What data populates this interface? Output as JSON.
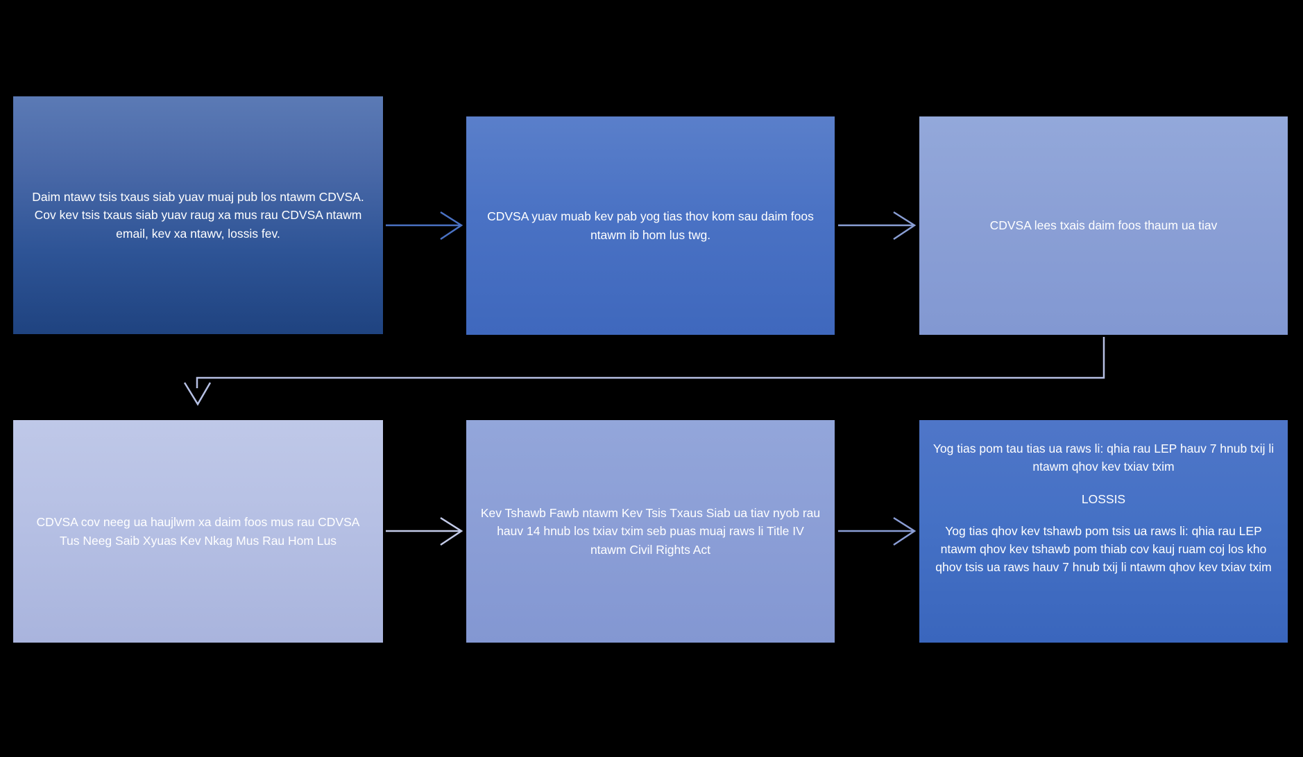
{
  "background_color": "#000000",
  "diagram": {
    "type": "process-flowchart",
    "nodes": [
      {
        "id": "n1",
        "order": 1,
        "fill": "#2e5496",
        "text": "Daim ntawv tsis txaus siab yuav muaj pub los ntawm CDVSA. Cov kev tsis txaus siab yuav raug xa mus rau CDVSA ntawm email, kev xa ntawv, lossis fev."
      },
      {
        "id": "n2",
        "order": 2,
        "fill": "#4a72c4",
        "text": "CDVSA yuav muab kev pab yog tias thov kom sau daim foos ntawm ib hom lus twg."
      },
      {
        "id": "n3",
        "order": 3,
        "fill": "#8a9fd5",
        "text": "CDVSA lees txais daim foos thaum ua tiav"
      },
      {
        "id": "n4",
        "order": 4,
        "fill": "#b6c0e4",
        "text": "CDVSA cov neeg ua haujlwm xa daim foos mus rau CDVSA Tus Neeg Saib Xyuas Kev Nkag Mus Rau Hom Lus"
      },
      {
        "id": "n5",
        "order": 5,
        "fill": "#8b9ed6",
        "text": "Kev Tshawb Fawb ntawm Kev Tsis Txaus Siab ua tiav nyob rau hauv 14 hnub los txiav txim seb puas muaj raws li Title IV ntawm Civil Rights Act"
      },
      {
        "id": "n6",
        "order": 6,
        "fill": "#4571c5",
        "text_part1": "Yog tias pom tau tias ua raws li: qhia rau LEP hauv 7 hnub txij li ntawm qhov kev txiav txim",
        "text_divider": "LOSSIS",
        "text_part2": "Yog tias qhov kev tshawb pom tsis ua raws li: qhia rau LEP  ntawm qhov kev tshawb pom thiab cov kauj ruam coj los kho qhov tsis ua raws hauv 7 hnub txij li ntawm qhov kev txiav txim"
      }
    ],
    "connectors": [
      {
        "id": "c1",
        "from": "n1",
        "to": "n2",
        "direction": "right",
        "color": "#4a72c4"
      },
      {
        "id": "c2",
        "from": "n2",
        "to": "n3",
        "direction": "right",
        "color": "#8a9fd5"
      },
      {
        "id": "c3",
        "from": "n3",
        "to": "n4",
        "direction": "down-left-elbow",
        "color": "#b6c0e4"
      },
      {
        "id": "c4",
        "from": "n4",
        "to": "n5",
        "direction": "right",
        "color": "#c3cbe9"
      },
      {
        "id": "c5",
        "from": "n5",
        "to": "n6",
        "direction": "right",
        "color": "#8b9ed6"
      }
    ]
  }
}
